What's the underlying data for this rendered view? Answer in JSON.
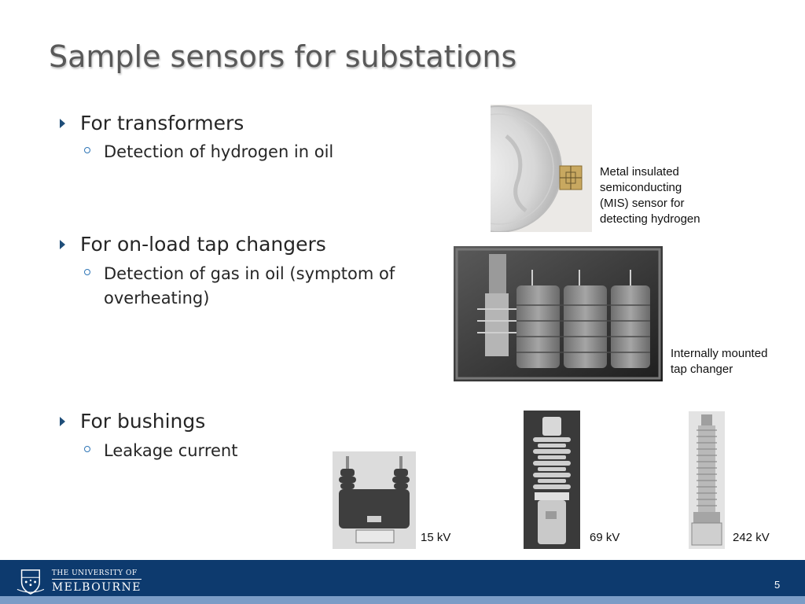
{
  "slide": {
    "title": "Sample sensors for substations",
    "page_number": "5"
  },
  "bullets": [
    {
      "label": "For transformers",
      "sub": "Detection of hydrogen in oil"
    },
    {
      "label": "For on-load tap changers",
      "sub": "Detection of gas in oil (symptom of overheating)"
    },
    {
      "label": "For bushings",
      "sub": "Leakage current"
    }
  ],
  "captions": {
    "mis_sensor": "Metal insulated\nsemiconducting\n(MIS) sensor for\ndetecting hydrogen",
    "tap_changer": "Internally mounted\ntap changer",
    "bushing_15": "15 kV",
    "bushing_69": "69 kV",
    "bushing_242": "242 kV"
  },
  "footer": {
    "logo_line1": "THE UNIVERSITY OF",
    "logo_line2": "MELBOURNE"
  },
  "colors": {
    "footer_band": "#0d3a6e",
    "footer_stripe": "#7b9cc6",
    "bullet_arrow": "#1f4e79",
    "sub_ring": "#2e75b6"
  }
}
